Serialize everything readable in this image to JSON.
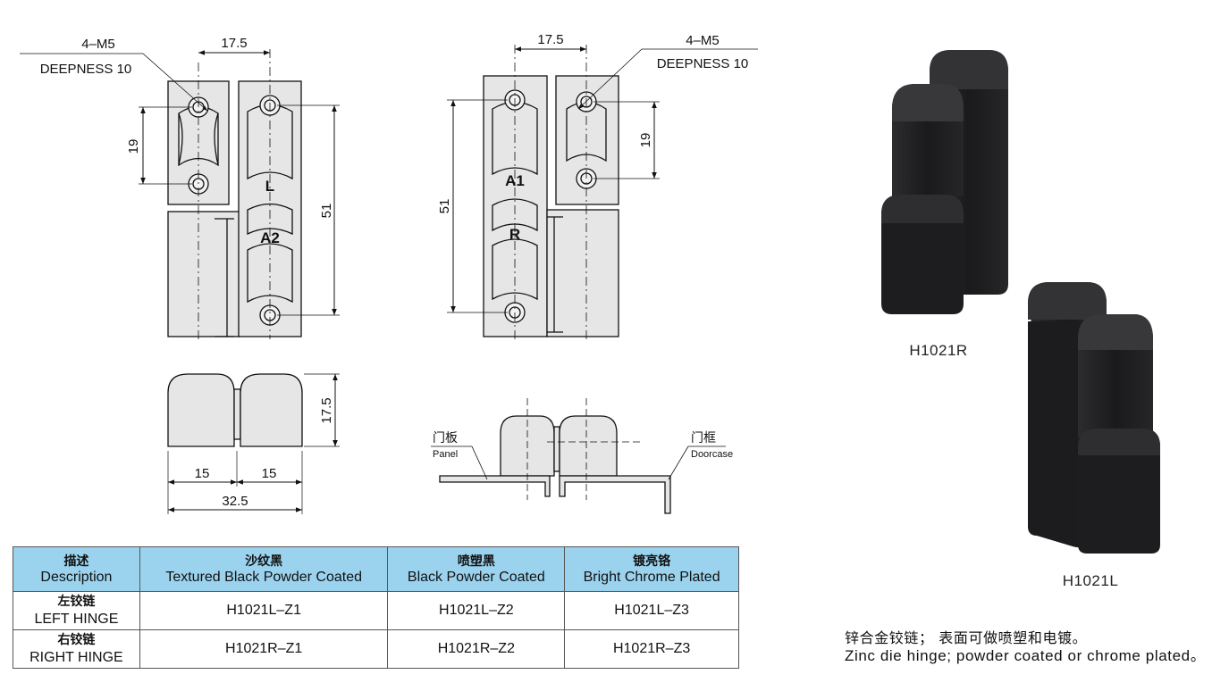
{
  "left_view": {
    "callout_top": "4–M5",
    "callout_bottom": "DEEPNESS 10",
    "dim_top_width": "17.5",
    "dim_hole_spacing": "19",
    "dim_height": "51",
    "mark_upper": "L",
    "mark_lower": "A2"
  },
  "right_view": {
    "callout_top": "4–M5",
    "callout_bottom": "DEEPNESS 10",
    "dim_top_width": "17.5",
    "dim_hole_spacing": "19",
    "dim_height": "51",
    "mark_upper": "A1",
    "mark_lower": "R"
  },
  "top_view": {
    "dim_depth": "17.5",
    "dim_left_half": "15",
    "dim_right_half": "15",
    "dim_total": "32.5"
  },
  "install_view": {
    "panel_cn": "门板",
    "panel_en": "Panel",
    "doorcase_cn": "门框",
    "doorcase_en": "Doorcase"
  },
  "products": {
    "right_label": "H1021R",
    "left_label": "H1021L",
    "color": "#1f1f21"
  },
  "table": {
    "headers": [
      {
        "cn": "描述",
        "en": "Description"
      },
      {
        "cn": "沙纹黑",
        "en": "Textured Black Powder Coated"
      },
      {
        "cn": "喷塑黑",
        "en": "Black Powder Coated"
      },
      {
        "cn": "镀亮铬",
        "en": "Bright Chrome Plated"
      }
    ],
    "rows": [
      {
        "cn": "左铰链",
        "en": "LEFT HINGE",
        "values": [
          "H1021L–Z1",
          "H1021L–Z2",
          "H1021L–Z3"
        ]
      },
      {
        "cn": "右铰链",
        "en": "RIGHT HINGE",
        "values": [
          "H1021R–Z1",
          "H1021R–Z2",
          "H1021R–Z3"
        ]
      }
    ],
    "header_color": "#9bd3ee"
  },
  "note": {
    "cn": "锌合金铰链； 表面可做喷塑和电镀。",
    "en": "Zinc die hinge; powder coated or chrome plated。"
  }
}
